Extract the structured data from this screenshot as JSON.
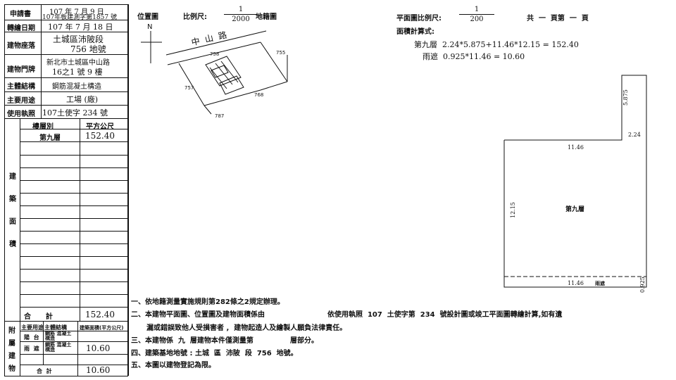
{
  "left_panel": {
    "application": {
      "label": "申請書",
      "date": "107 年 7 月 9 日",
      "doc_no": "107年板建測字第1857 號"
    },
    "drawing_date": {
      "label": "轉繪日期",
      "value": "107 年 7 月 18 日"
    },
    "location": {
      "label": "建物座落",
      "line1": "土城區沛陂段",
      "line2": "756 地號"
    },
    "door_no": {
      "label": "建物門牌",
      "line1": "新北市土城區中山路",
      "line2": "16之1 號  9  樓"
    },
    "structure": {
      "label": "主體結構",
      "value": "鋼筋混凝土構造"
    },
    "usage": {
      "label": "主要用途",
      "value": "工場 (廠)"
    },
    "permit": {
      "label": "使用執照",
      "value": "107土使字 234 號"
    },
    "area_header": {
      "floor": "樓層別",
      "unit": "平方公尺"
    },
    "area_section_label": [
      "建",
      "築",
      "面",
      "積"
    ],
    "area_rows": [
      {
        "floor": "第九層",
        "area": "152.40"
      }
    ],
    "total": {
      "label": "合      計",
      "value": "152.40"
    },
    "annex_label": [
      "附",
      "屬",
      "建",
      "物"
    ],
    "annex_header": {
      "use": "主要用途",
      "structure": "主體結構",
      "area": "建築面積(平方公尺)"
    },
    "annex_rows": [
      {
        "use": "陽  台",
        "structure": "鋼筋 混凝土構造",
        "area": ""
      },
      {
        "use": "雨  遮",
        "structure": "鋼筋 混凝土構造",
        "area": "10.60"
      }
    ],
    "annex_total": {
      "label": "合  計",
      "value": "10.60"
    }
  },
  "location_map": {
    "title": "位置圖",
    "scale_label": "比例尺:",
    "scale_num": "1",
    "scale_den": "2000",
    "cadastral_label": "地籍圖",
    "north": "N",
    "road": "中  山  路",
    "parcels": [
      "758",
      "755",
      "757",
      "768",
      "787"
    ]
  },
  "plan": {
    "scale_label": "平面圖比例尺:",
    "scale_num": "1",
    "scale_den": "200",
    "pages": "共  一  頁第  一  頁",
    "formula_title": "面積計算式:",
    "formula_floor": "第九層  2.24*5.875+11.46*12.15 = 152.40",
    "formula_canopy": "雨遮  0.925*11.46 = 10.60",
    "dims": {
      "top_width": "11.46",
      "notch_height": "5.875",
      "notch_width": "2.24",
      "left_height": "12.15",
      "bottom_width": "11.46",
      "canopy_depth": "0.925"
    },
    "floor_label": "第九層",
    "canopy_label": "雨遮"
  },
  "notes": [
    "一、依地籍測量實施規則第282條之2規定辦理。",
    "二、本建物平面圖、位置圖及建物面積係由",
    "依使用執照  107  土使字第  234  號設計圖或竣工平面圖轉繪計算,如有遺",
    "漏或錯誤致他人受損害者 ,  建物起造人及繪製人願負法律責任。",
    "三、本建物係  九  層建物本件僅測量第",
    "層部分。",
    "四、建築基地地號 : 土城  區  沛陂  段  756  地號。",
    "五、本圖以建物登記為限。"
  ]
}
